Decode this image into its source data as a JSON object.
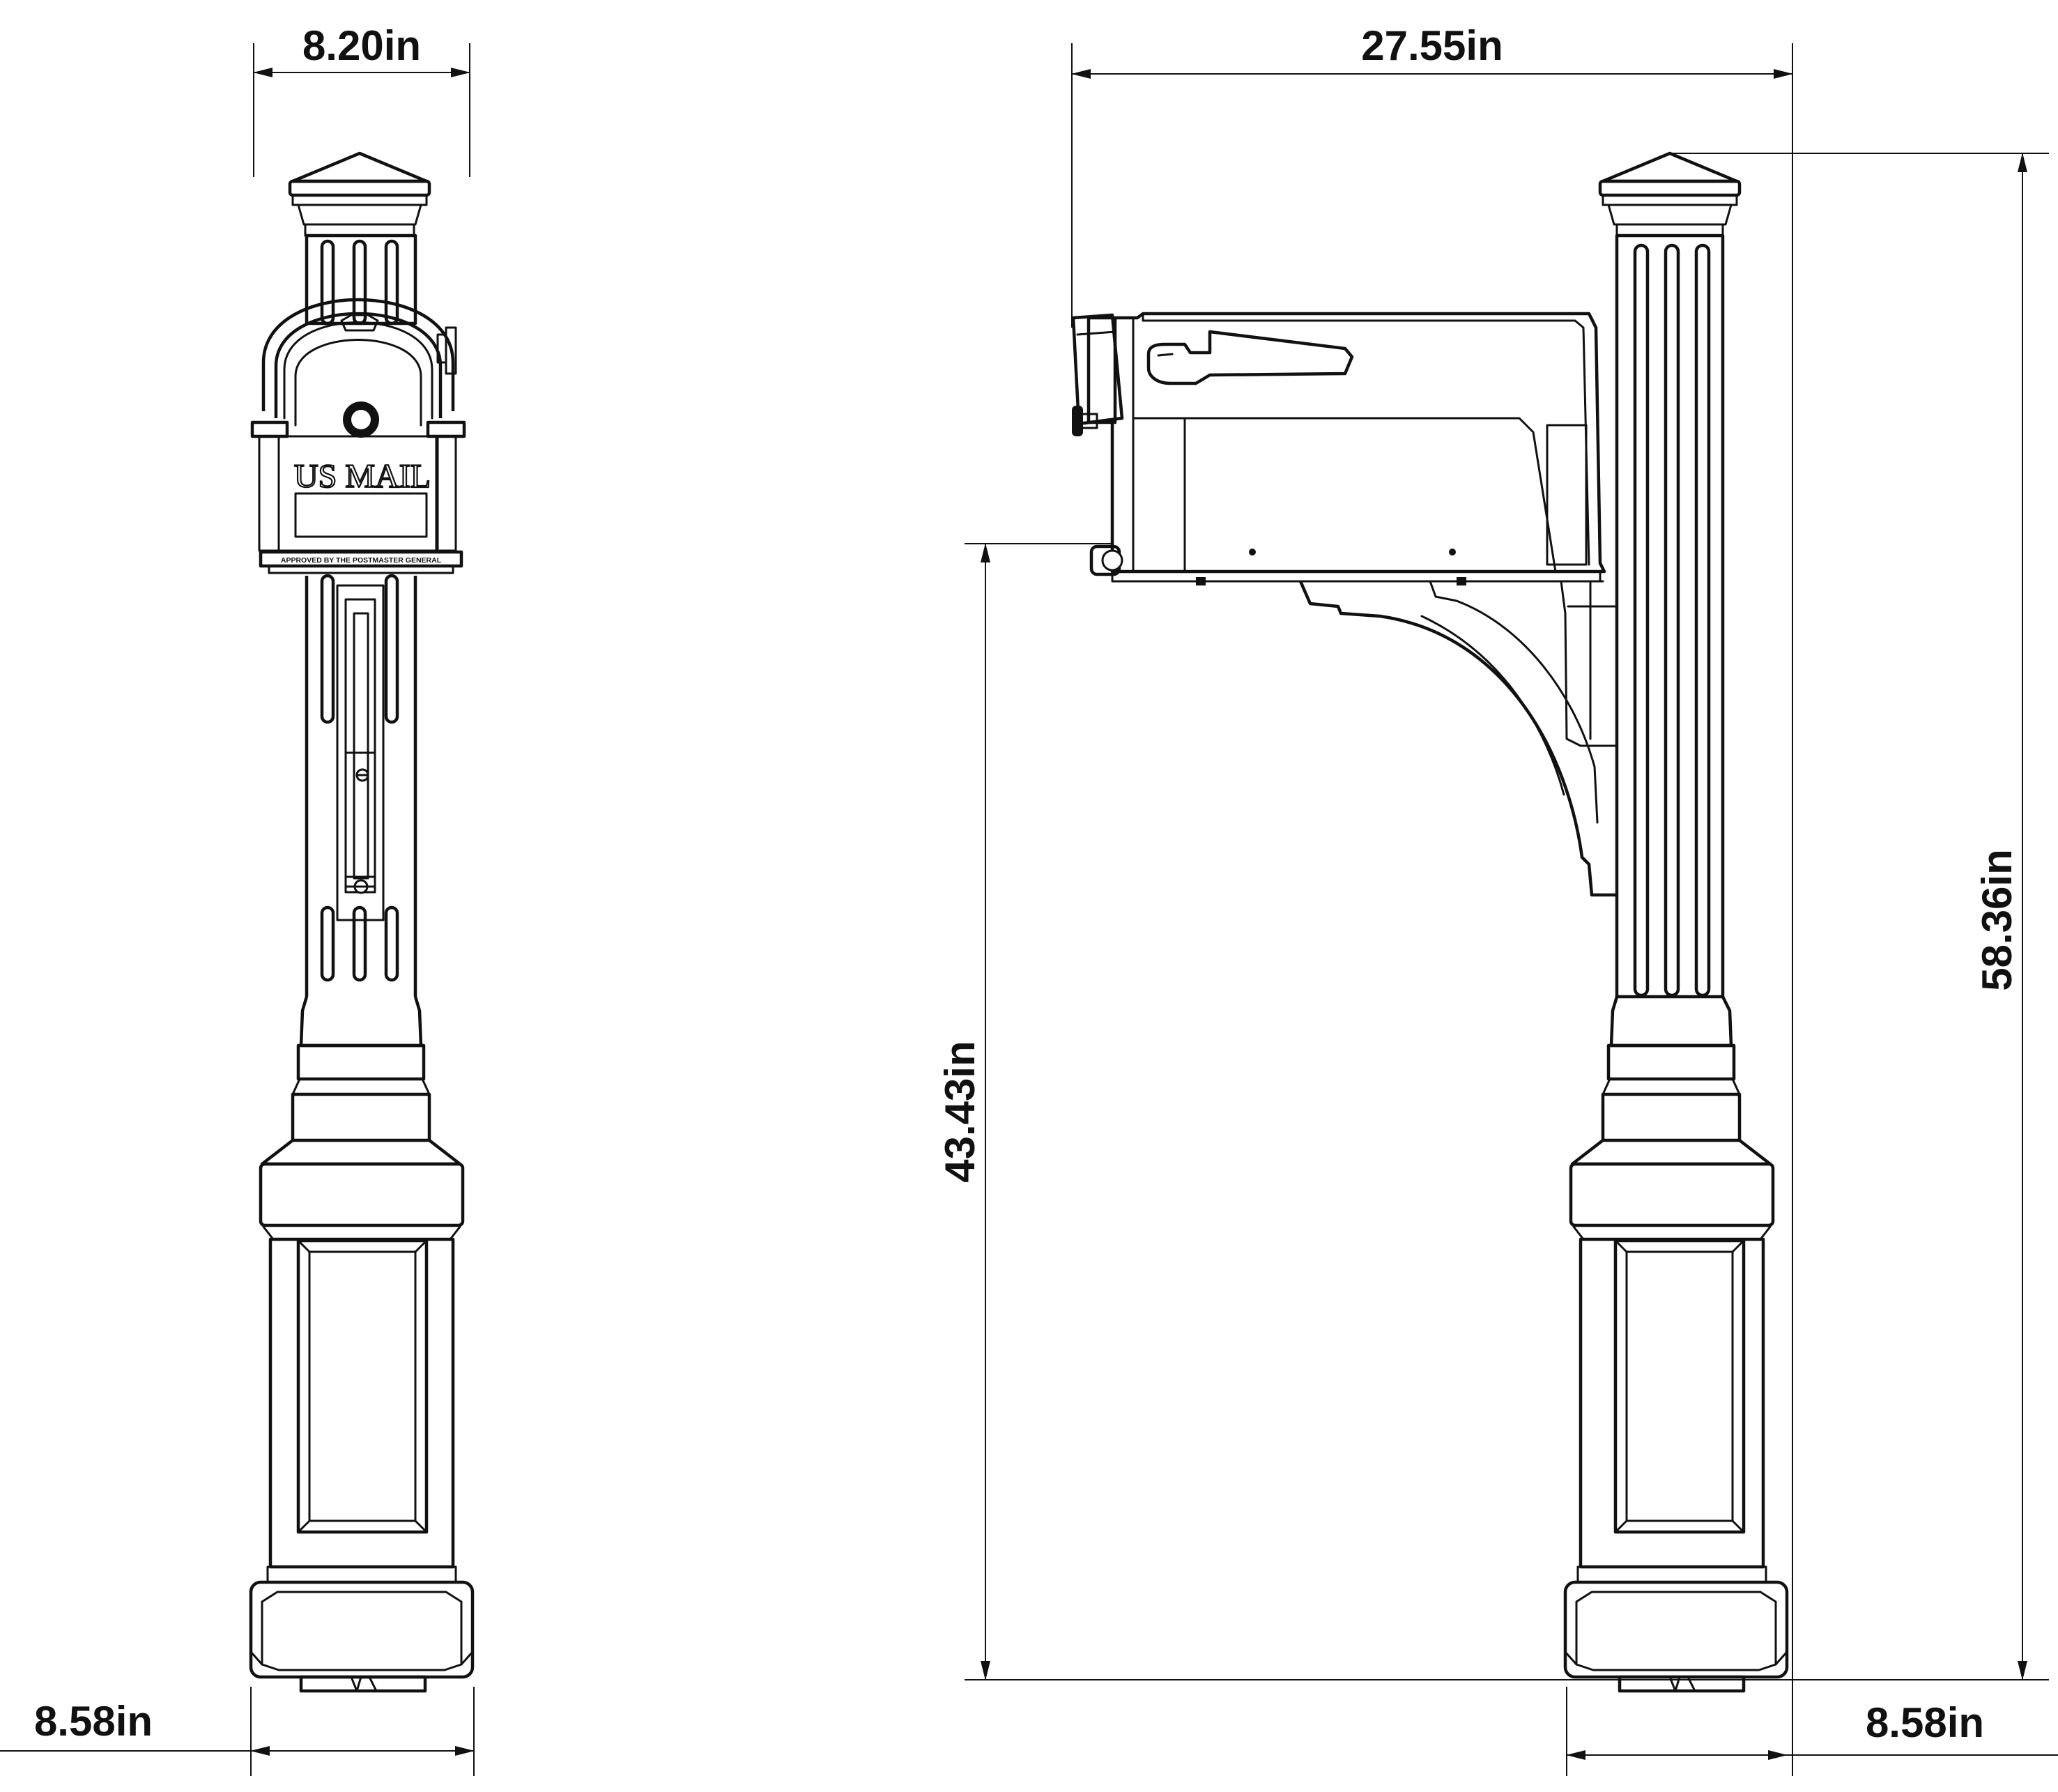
{
  "dimensions": {
    "front_top_width": "8.20in",
    "front_base_width": "8.58in",
    "side_overall_width": "27.55in",
    "side_overall_height": "58.36in",
    "side_box_height": "43.43in",
    "side_base_width": "8.58in"
  },
  "mailbox": {
    "door_text": "US MAIL",
    "approval_text": "APPROVED BY THE POSTMASTER GENERAL"
  }
}
